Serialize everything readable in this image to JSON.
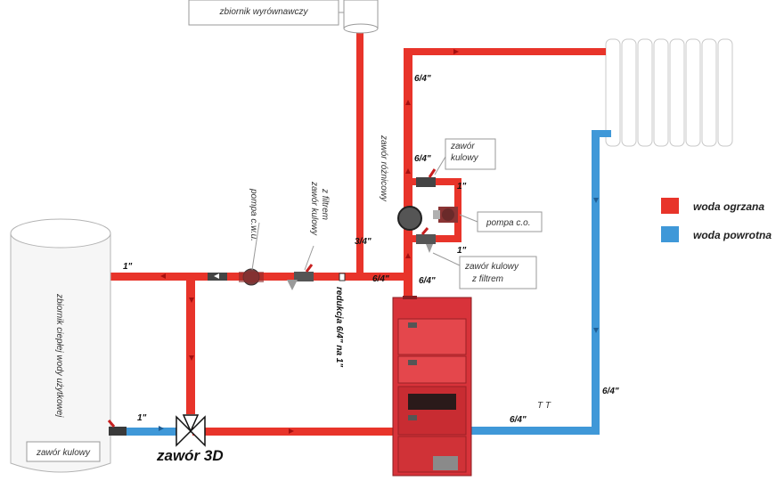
{
  "colors": {
    "hot": "#e8342a",
    "cold": "#3f98d8",
    "boiler": "#d8333a",
    "outline": "#9a9a9a"
  },
  "labels": {
    "expansion_tank": "zbiornik wyrównawczy",
    "dhw_tank": "zbiornik ciepłej wody użytkowej",
    "ball_valve_tank": "zawór kulowy",
    "pump_cwu": "pompa c.w.u.",
    "ball_valve_filter_top_1": "zawór kulowy",
    "ball_valve_filter_top_2": "z filtrem",
    "reduction": "redukcja 6/4\" na 1\"",
    "valve_3d": "zawór 3D",
    "diff_valve": "zawór różnicowy",
    "ball_valve_right_1": "zawór",
    "ball_valve_right_2": "kulowy",
    "pump_co": "pompa c.o.",
    "ball_valve_filter_bot_1": "zawór kulowy",
    "ball_valve_filter_bot_2": "z filtrem"
  },
  "dimensions": {
    "d_top": "6/4\"",
    "d_mid": "6/4\"",
    "d_pump_top": "1\"",
    "d_pump_bot": "1\"",
    "d_boiler_out": "6/4\"",
    "d_34": "3/4\"",
    "d_44": "6/4\"",
    "d_left_1": "1\"",
    "d_bottom_1": "1\"",
    "d_return_h": "6/4\"",
    "d_return_v": "6/4\"",
    "d_tt": "T T"
  },
  "legend": {
    "hot_label": "woda ogrzana",
    "cold_label": "woda powrotna"
  }
}
